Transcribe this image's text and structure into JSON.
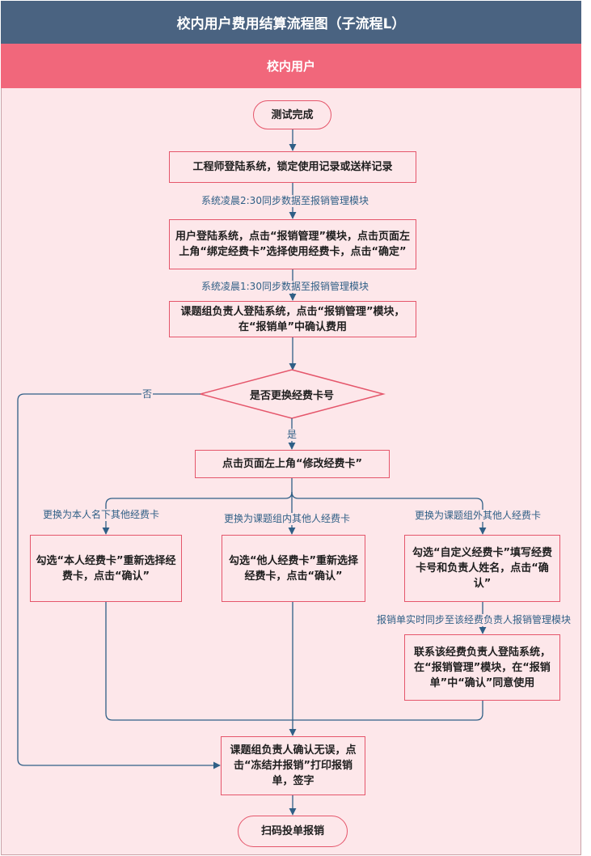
{
  "title": "校内用户费用结算流程图（子流程L）",
  "lane": "校内用户",
  "nodes": {
    "start": "测试完成",
    "engineer_login": "工程师登陆系统，锁定使用记录或送样记录",
    "user_login": "用户登陆系统，点击“报销管理”模块，点击页面左上角“绑定经费卡”选择使用经费卡，点击“确定”",
    "leader_login": "课题组负责人登陆系统，点击“报销管理”模块，在“报销单”中确认费用",
    "decision": "是否更换经费卡号",
    "modify_card": "点击页面左上角“修改经费卡”",
    "own_card": "勾选“本人经费卡”重新选择经费卡，点击“确认”",
    "others_card": "勾选“他人经费卡”重新选择经费卡，点击“确认”",
    "custom_card": "勾选“自定义经费卡”填写经费卡号和负责人姓名，点击“确认”",
    "contact_leader": "联系该经费负责人登陆系统，在“报销管理”模块，在“报销单”中“确认”同意使用",
    "confirm_print": "课题组负责人确认无误，点击“冻结并报销”打印报销单，签字",
    "end": "扫码投单报销"
  },
  "edge_labels": {
    "sync_2_30": "系统凌晨2:30同步数据至报销管理模块",
    "sync_1_30": "系统凌晨1:30同步数据至报销管理模块",
    "no": "否",
    "yes": "是",
    "branch_own": "更换为本人名下其他经费卡",
    "branch_group": "更换为课题组内其他人经费卡",
    "branch_outside": "更换为课题组外其他人经费卡",
    "realtime_sync": "报销单实时同步至该经费负责人报销管理模块"
  },
  "colors": {
    "title_bg": "#4a6381",
    "lane_bg": "#f1677b",
    "canvas_bg": "#fde7ea",
    "node_border": "#e5566b",
    "edge": "#2f5f86"
  }
}
